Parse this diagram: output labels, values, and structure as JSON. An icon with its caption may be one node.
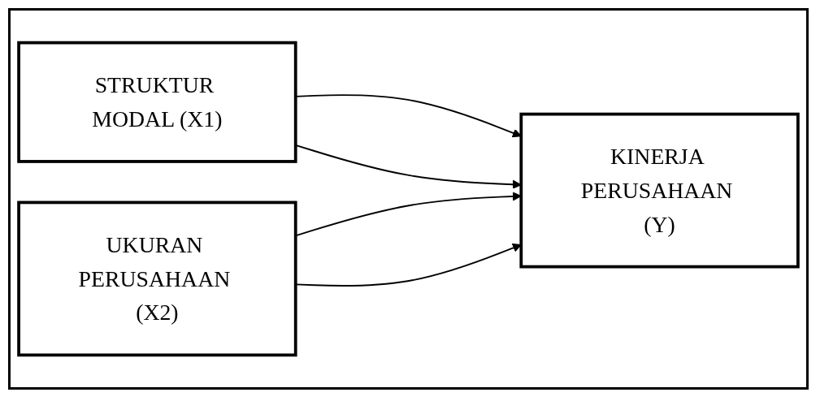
{
  "diagram": {
    "nodes": [
      {
        "text": [
          "STRUKTUR MODAL (X1)"
        ]
      },
      {
        "text": [
          "UKURAN PERUSAHAAN (X2)"
        ]
      },
      {
        "text": [
          "KINERJA PERUSAHAAN (Y)"
        ]
      }
    ],
    "edges": [
      {
        "from": 0,
        "to": 2,
        "arrow": "to"
      },
      {
        "from": 0,
        "to": 2,
        "arrow": "to"
      },
      {
        "from": 1,
        "to": 2,
        "arrow": "to"
      },
      {
        "from": 1,
        "to": 2,
        "arrow": "to"
      }
    ]
  }
}
